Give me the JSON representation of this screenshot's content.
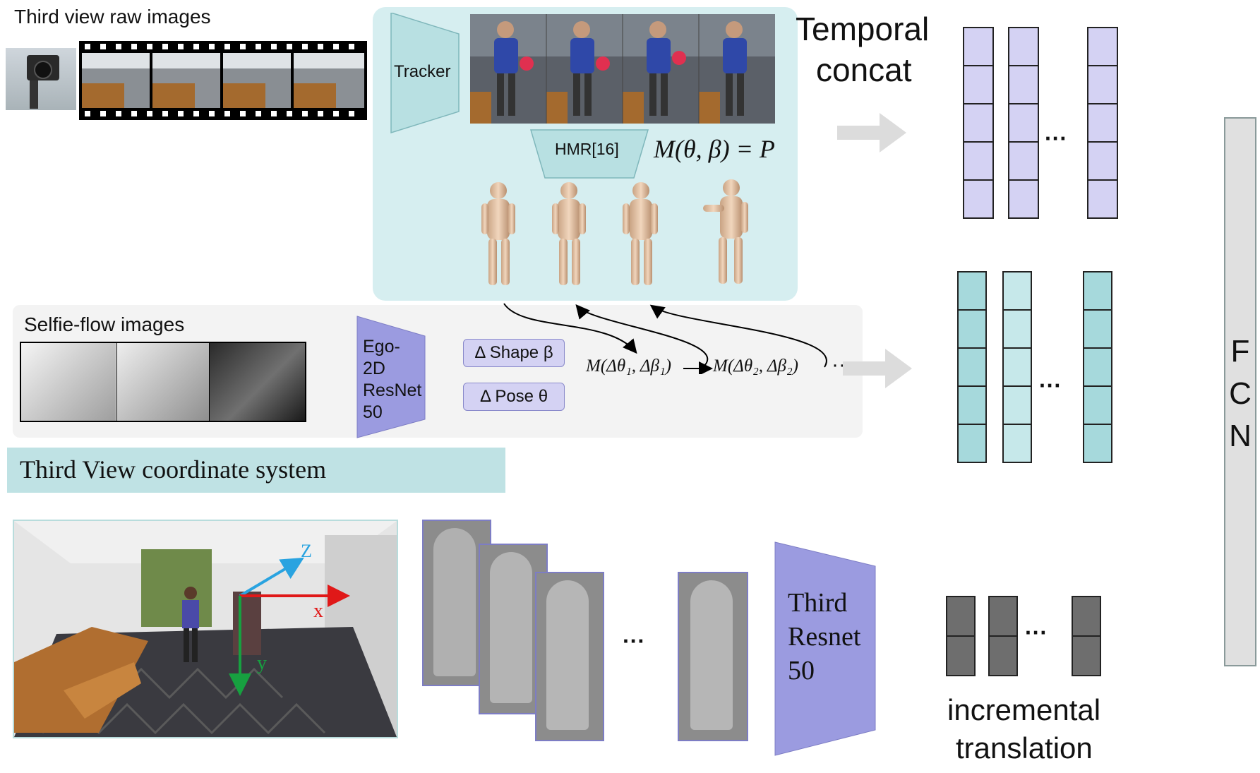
{
  "top": {
    "raw_label": "Third view raw images",
    "tracker_label": "Tracker",
    "hmr_label": "HMR[16]",
    "smpl_equation": "M(θ, β) = P",
    "temporal_label_line1": "Temporal",
    "temporal_label_line2": "concat"
  },
  "middle": {
    "selfie_label": "Selfie-flow images",
    "ego_lines": [
      "Ego-",
      "2D",
      "ResNet",
      "50"
    ],
    "shape_label": "Δ Shape β",
    "pose_label": "Δ Pose θ",
    "m1": "M(Δθ₁, Δβ₁)",
    "m2": "M(Δθ₂, Δβ₂)",
    "ellipsis": "···"
  },
  "bottom": {
    "coord_label": "Third View coordinate system",
    "axis_z": "Z",
    "axis_x": "x",
    "axis_y": "y",
    "third_resnet_lines": [
      "Third",
      "Resnet",
      "50"
    ],
    "ellipsis": "···",
    "incremental_line1": "incremental",
    "incremental_line2": "translation"
  },
  "right": {
    "fcn_letters": [
      "F",
      "C",
      "N"
    ],
    "ellipsis": "···"
  },
  "colors": {
    "panel_teal": "#d6eef0",
    "tracker_fill": "#b8e0e2",
    "lavender_cell": "#d4d2f3",
    "teal_cell": "#a6d9dc",
    "teal_cell_light": "#c6e8ea",
    "gray_cell": "#6e6e6e",
    "resnet_purple": "#9b9be0",
    "arrow_gray": "#dcdcdc",
    "coord_bar": "#bfe2e4",
    "fcn_bar": "#e0e0e0"
  }
}
